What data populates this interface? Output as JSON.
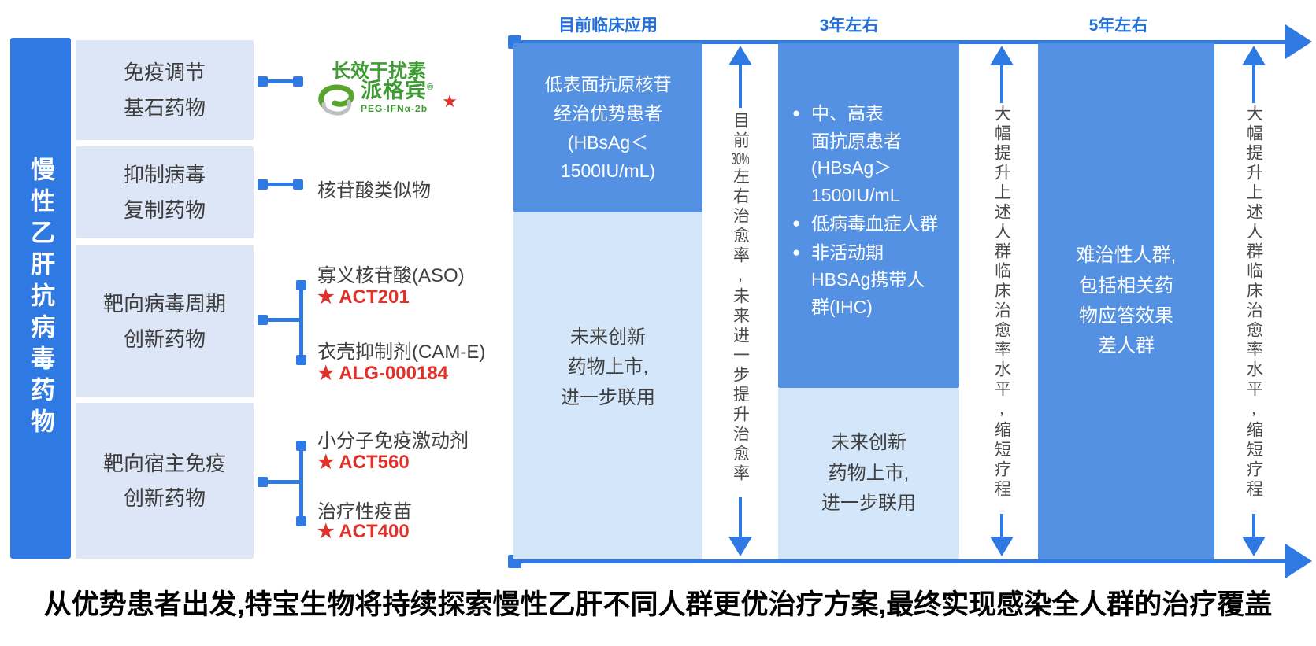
{
  "colors": {
    "accent_blue": "#2e79e2",
    "stage_box_blue": "#5591e2",
    "stage_box_light_blue": "#d4e6fa",
    "category_box_bg": "#dde6f6",
    "brand_green": "#3d9a32",
    "pipeline_red": "#e0322a",
    "phase_label_blue": "#2170dc"
  },
  "left_panel": {
    "title": "慢性乙肝抗病毒药物",
    "categories": [
      {
        "label": "免疫调节\n基石药物"
      },
      {
        "label": "抑制病毒\n复制药物"
      },
      {
        "label": "靶向病毒周期\n创新药物"
      },
      {
        "label": "靶向宿主免疫\n创新药物"
      }
    ]
  },
  "drugs": {
    "interferon": {
      "name": "长效干扰素",
      "brand": "派格宾",
      "brand_reg": "®",
      "brand_sub": "PEG-IFNα-2b",
      "star": "★"
    },
    "nucleotide": {
      "name": "核苷酸类似物"
    },
    "aso": {
      "name": "寡义核苷酸(ASO)",
      "code": "★ ACT201"
    },
    "cam": {
      "name": "衣壳抑制剂(CAM-E)",
      "code": "★ ALG-000184"
    },
    "agonist": {
      "name": "小分子免疫激动剂",
      "code": "★ ACT560"
    },
    "vaccine": {
      "name": "治疗性疫苗",
      "code": "★ ACT400"
    }
  },
  "timeline": {
    "phases": [
      "目前临床应用",
      "3年左右",
      "5年左右"
    ],
    "bullet_glyph": "●",
    "stage1": {
      "patients": "低表面抗原核苷\n经治优势患者\n(HBsAg＜\n1500IU/mL)",
      "future": "未来创新\n药物上市,\n进一步联用",
      "arrow_prefix": "目前",
      "arrow_number": "30%",
      "arrow_suffix": "左右治愈率,未来进一步提升治愈率"
    },
    "stage2": {
      "bullets": [
        "中、高表\n面抗原患者\n(HBsAg＞\n1500IU/mL",
        "低病毒血症人群",
        "非活动期\nHBSAg携带人\n群(IHC)"
      ],
      "future": "未来创新\n药物上市,\n进一步联用",
      "arrow_text": "大幅提升上述人群临床治愈率水平,缩短疗程"
    },
    "stage3": {
      "patients": "难治性人群,\n包括相关药\n物应答效果\n差人群",
      "arrow_text": "大幅提升上述人群临床治愈率水平,缩短疗程"
    }
  },
  "caption": "从优势患者出发,特宝生物将持续探索慢性乙肝不同人群更优治疗方案,最终实现感染全人群的治疗覆盖"
}
